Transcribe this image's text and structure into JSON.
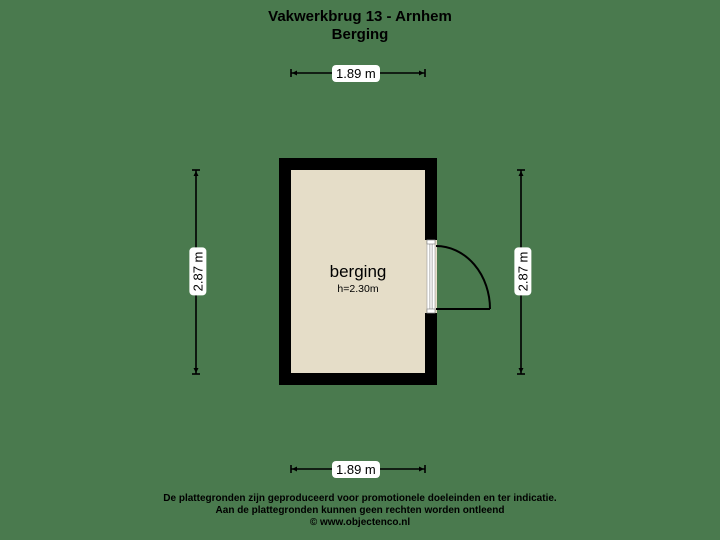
{
  "header": {
    "address": "Vakwerkbrug 13 - Arnhem",
    "floor": "Berging"
  },
  "plan": {
    "room": {
      "name": "berging",
      "height": "h=2.30m"
    },
    "dimensions": {
      "top": "1.89 m",
      "bottom": "1.89 m",
      "left": "2.87 m",
      "right": "2.87 m"
    },
    "colors": {
      "background": "#4a7a4e",
      "floor": "#e5ddc8",
      "wall": "#000000"
    }
  },
  "footer": {
    "line1": "De plattegronden zijn geproduceerd voor promotionele doeleinden en ter indicatie.",
    "line2": "Aan de plattegronden kunnen geen rechten worden ontleend",
    "line3": "© www.objectenco.nl"
  }
}
